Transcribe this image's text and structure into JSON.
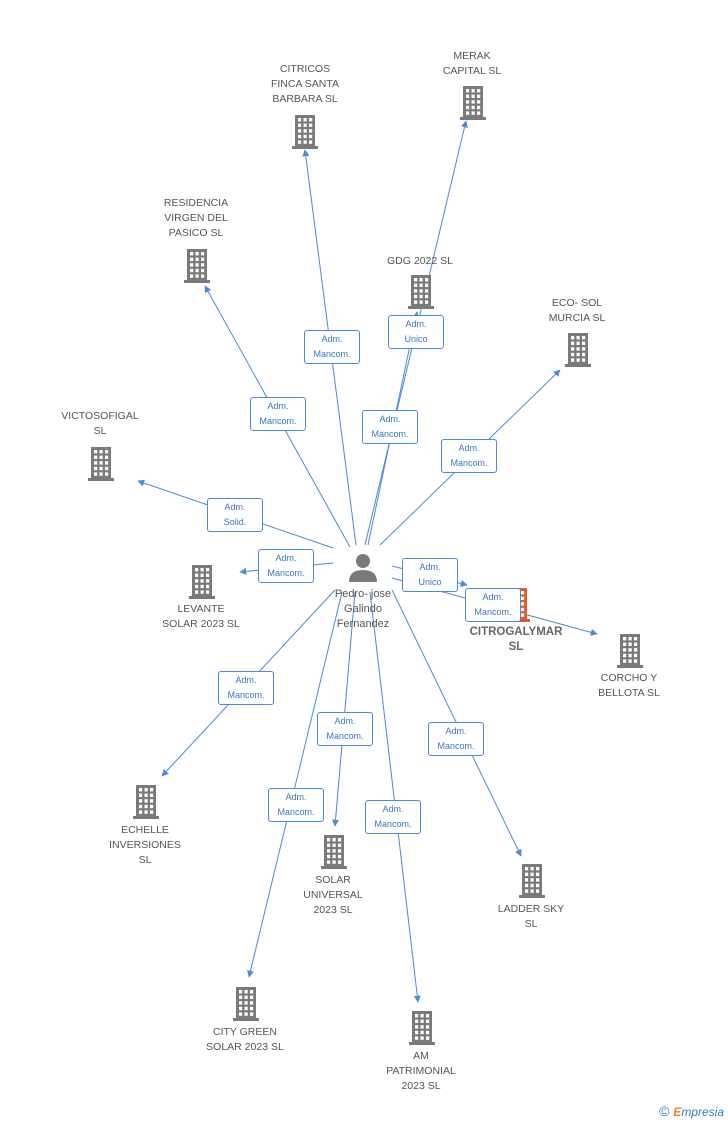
{
  "center": {
    "label": "Pedro- jose\nGalindo\nFernandez",
    "icon": "person-icon"
  },
  "nodes": [
    {
      "id": "citricos",
      "label": "CITRICOS\nFINCA SANTA\nBARBARA  SL",
      "icon": "building-icon"
    },
    {
      "id": "merak",
      "label": "MERAK\nCAPITAL  SL",
      "icon": "building-icon"
    },
    {
      "id": "residencia",
      "label": "RESIDENCIA\nVIRGEN DEL\nPASICO  SL",
      "icon": "building-icon"
    },
    {
      "id": "gdg",
      "label": "GDG 2022  SL",
      "icon": "building-icon"
    },
    {
      "id": "ecosol",
      "label": "ECO- SOL\nMURCIA  SL",
      "icon": "building-icon"
    },
    {
      "id": "victosofigal",
      "label": "VICTOSOFIGAL\nSL",
      "icon": "building-icon"
    },
    {
      "id": "levante",
      "label": "LEVANTE\nSOLAR 2023  SL",
      "icon": "building-icon"
    },
    {
      "id": "citrogalymar",
      "label": "CITROGALYMAR\nSL",
      "icon": "building-icon",
      "highlight": true
    },
    {
      "id": "corcho",
      "label": "CORCHO Y\nBELLOTA  SL",
      "icon": "building-icon"
    },
    {
      "id": "echelle",
      "label": "ECHELLE\nINVERSIONES\nSL",
      "icon": "building-icon"
    },
    {
      "id": "solaruniversal",
      "label": "SOLAR\nUNIVERSAL\n2023  SL",
      "icon": "building-icon"
    },
    {
      "id": "ladder",
      "label": "LADDER SKY\nSL",
      "icon": "building-icon"
    },
    {
      "id": "citygreen",
      "label": "CITY GREEN\nSOLAR 2023  SL",
      "icon": "building-icon"
    },
    {
      "id": "am",
      "label": "AM\nPATRIMONIAL\n2023  SL",
      "icon": "building-icon"
    }
  ],
  "edges": [
    {
      "to": "citricos",
      "label": "Adm.\nMancom."
    },
    {
      "to": "merak",
      "label": "Adm.\nMancom."
    },
    {
      "to": "residencia",
      "label": "Adm.\nMancom."
    },
    {
      "to": "gdg",
      "label": "Adm.\nUnico"
    },
    {
      "to": "ecosol",
      "label": "Adm.\nMancom."
    },
    {
      "to": "victosofigal",
      "label": "Adm.\nSolid."
    },
    {
      "to": "levante",
      "label": "Adm.\nMancom."
    },
    {
      "to": "citrogalymar",
      "label": "Adm.\nUnico"
    },
    {
      "to": "corcho",
      "label": "Adm.\nMancom."
    },
    {
      "to": "echelle",
      "label": "Adm.\nMancom."
    },
    {
      "to": "solaruniversal",
      "label": "Adm.\nMancom."
    },
    {
      "to": "ladder",
      "label": "Adm.\nMancom."
    },
    {
      "to": "citygreen",
      "label": "Adm.\nMancom."
    },
    {
      "to": "am",
      "label": "Adm.\nMancom."
    }
  ],
  "colors": {
    "edge": "#4a89dc",
    "building": "#7a7a7a",
    "highlight": "#e8562a",
    "person": "#7a7a7a"
  },
  "brand": {
    "symbol": "©",
    "e": "E",
    "rest": "mpresia"
  }
}
